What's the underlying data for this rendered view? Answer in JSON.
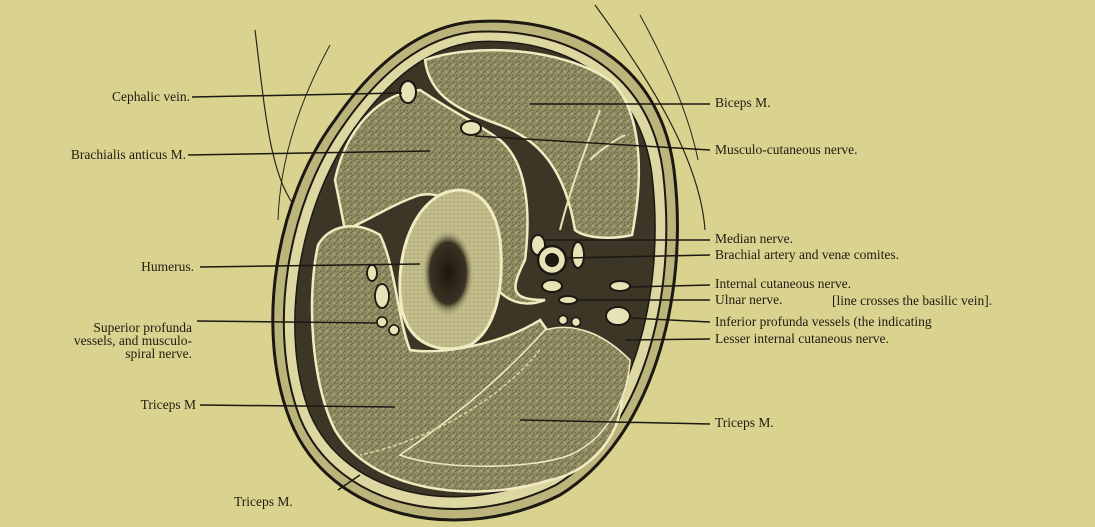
{
  "colors": {
    "background": "#d9d38f",
    "ink": "#1f1b12",
    "muscle": "#8f8a62",
    "bone": "#bfba86",
    "marrow": "#2b2418"
  },
  "labels_left": {
    "cephalic_vein": "Cephalic vein.",
    "brachialis_anticus": "Brachialis anticus M.",
    "humerus": "Humerus.",
    "superior_profunda": "Superior profunda\nvessels, and musculo-\nspiral nerve.",
    "triceps_left": "Triceps M",
    "triceps_bottom": "Triceps M."
  },
  "labels_right": {
    "biceps": "Biceps M.",
    "musculo_cutaneous": "Musculo-cutaneous nerve.",
    "median_nerve": "Median nerve.",
    "brachial_artery": "Brachial artery and venæ comites.",
    "internal_cutaneous": "Internal cutaneous nerve.",
    "ulnar_nerve": "Ulnar nerve.",
    "basilic_note": "[line crosses the basilic vein].",
    "inferior_profunda": "Inferior profunda vessels (the indicating",
    "lesser_internal_cutaneous": "Lesser internal cutaneous nerve.",
    "triceps_right": "Triceps M."
  }
}
